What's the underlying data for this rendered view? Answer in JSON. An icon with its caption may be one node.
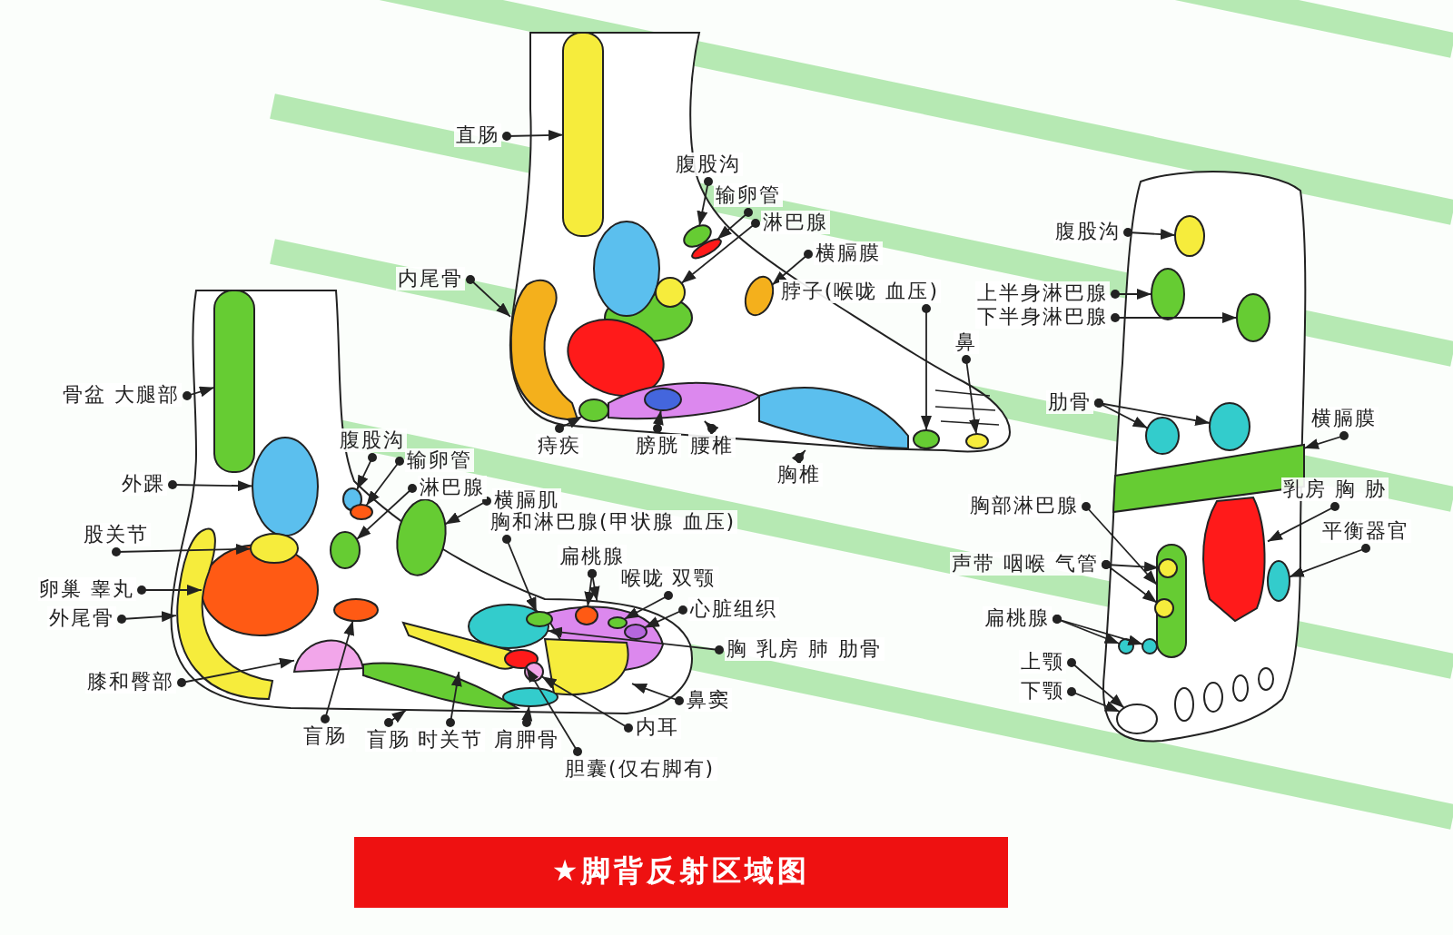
{
  "diagram": {
    "title": "★脚背反射区域图",
    "nodes": [
      {
        "text": [
          "直肠"
        ]
      },
      {
        "text": [
          "腹股沟"
        ]
      },
      {
        "text": [
          "输卵管"
        ]
      },
      {
        "text": [
          "淋巴腺"
        ]
      },
      {
        "text": [
          "横膈膜"
        ]
      },
      {
        "text": [
          "内尾骨"
        ]
      },
      {
        "text": [
          "脖子(喉咙 血压)"
        ]
      },
      {
        "text": [
          "鼻"
        ]
      },
      {
        "text": [
          "痔疾"
        ]
      },
      {
        "text": [
          "膀胱"
        ]
      },
      {
        "text": [
          "腰椎"
        ]
      },
      {
        "text": [
          "胸椎"
        ]
      },
      {
        "text": [
          "腹股沟"
        ]
      },
      {
        "text": [
          "上半身淋巴腺"
        ]
      },
      {
        "text": [
          "下半身淋巴腺"
        ]
      },
      {
        "text": [
          "肋骨"
        ]
      },
      {
        "text": [
          "横膈膜"
        ]
      },
      {
        "text": [
          "乳房 胸 胁"
        ]
      },
      {
        "text": [
          "平衡器官"
        ]
      },
      {
        "text": [
          "胸部淋巴腺"
        ]
      },
      {
        "text": [
          "声带 咽喉 气管"
        ]
      },
      {
        "text": [
          "扁桃腺"
        ]
      },
      {
        "text": [
          "上颚"
        ]
      },
      {
        "text": [
          "下颚"
        ]
      },
      {
        "text": [
          "骨盆 大腿部"
        ]
      },
      {
        "text": [
          "腹股沟"
        ]
      },
      {
        "text": [
          "外踝"
        ]
      },
      {
        "text": [
          "输卵管"
        ]
      },
      {
        "text": [
          "淋巴腺"
        ]
      },
      {
        "text": [
          "横膈肌"
        ]
      },
      {
        "text": [
          "胸和淋巴腺(甲状腺 血压)"
        ]
      },
      {
        "text": [
          "股关节"
        ]
      },
      {
        "text": [
          "扁桃腺"
        ]
      },
      {
        "text": [
          "喉咙 双颚"
        ]
      },
      {
        "text": [
          "卵巢 睾丸"
        ]
      },
      {
        "text": [
          "心脏组织"
        ]
      },
      {
        "text": [
          "外尾骨"
        ]
      },
      {
        "text": [
          "胸 乳房 肺 肋骨"
        ]
      },
      {
        "text": [
          "膝和臀部"
        ]
      },
      {
        "text": [
          "鼻窦"
        ]
      },
      {
        "text": [
          "内耳"
        ]
      },
      {
        "text": [
          "盲肠"
        ]
      },
      {
        "text": [
          "盲肠"
        ]
      },
      {
        "text": [
          "时关节"
        ]
      },
      {
        "text": [
          "肩胛骨"
        ]
      },
      {
        "text": [
          "胆囊(仅右脚有)"
        ]
      },
      {
        "text": [],
        "shape": "bar"
      },
      {
        "text": [],
        "shape": "circle"
      },
      {
        "text": [],
        "shape": "circle"
      },
      {
        "text": [],
        "shape": "circle"
      },
      {
        "text": [],
        "shape": "circle"
      },
      {
        "text": [],
        "shape": "blob"
      },
      {
        "text": [],
        "shape": "circle"
      },
      {
        "text": [],
        "shape": "circle"
      },
      {
        "text": [],
        "shape": "circle"
      },
      {
        "text": [],
        "shape": "circle",
        "in": 56
      },
      {
        "text": [],
        "shape": "blob"
      },
      {
        "text": [],
        "shape": "blob"
      },
      {
        "text": [],
        "shape": "circle"
      },
      {
        "text": [],
        "shape": "circle"
      },
      {
        "text": [],
        "shape": "circle"
      },
      {
        "text": [],
        "shape": "circle"
      },
      {
        "text": [],
        "shape": "circle"
      },
      {
        "text": [],
        "shape": "blob"
      },
      {
        "text": [],
        "shape": "blob"
      },
      {
        "text": [],
        "shape": "circle"
      },
      {
        "text": [],
        "shape": "bar"
      },
      {
        "text": [],
        "shape": "circle",
        "in": 66
      },
      {
        "text": [],
        "shape": "circle",
        "in": 66
      },
      {
        "text": [],
        "shape": "circle"
      },
      {
        "text": [],
        "shape": "circle"
      },
      {
        "text": [],
        "shape": "bar"
      },
      {
        "text": [],
        "shape": "circle"
      },
      {
        "text": [],
        "shape": "circle"
      },
      {
        "text": [],
        "shape": "circle"
      },
      {
        "text": [],
        "shape": "circle"
      },
      {
        "text": [],
        "shape": "circle"
      },
      {
        "text": [],
        "shape": "circle"
      },
      {
        "text": [],
        "shape": "circle"
      },
      {
        "text": [],
        "shape": "circle",
        "in": 80
      },
      {
        "text": [],
        "shape": "blob"
      },
      {
        "text": [],
        "shape": "circle",
        "in": 80
      },
      {
        "text": [],
        "shape": "circle"
      },
      {
        "text": [],
        "shape": "circle",
        "in": 80
      },
      {
        "text": [],
        "shape": "blob"
      },
      {
        "text": [],
        "shape": "circle"
      },
      {
        "text": [],
        "shape": "blob"
      },
      {
        "text": [],
        "shape": "blob"
      },
      {
        "text": [],
        "shape": "circle"
      },
      {
        "text": [],
        "shape": "circle"
      },
      {
        "text": [],
        "shape": "blob"
      },
      {
        "text": [],
        "shape": "blob"
      },
      {
        "text": [],
        "shape": "circle"
      },
      {
        "text": [],
        "shape": "circle"
      },
      {
        "text": [],
        "shape": "circle"
      }
    ],
    "edges": [
      {
        "from": 0,
        "to": 46,
        "arrow": "to"
      },
      {
        "from": 1,
        "to": 47,
        "arrow": "to"
      },
      {
        "from": 2,
        "to": 48,
        "arrow": "to"
      },
      {
        "from": 3,
        "to": 49,
        "arrow": "to"
      },
      {
        "from": 4,
        "to": 50,
        "arrow": "to"
      },
      {
        "from": 5,
        "to": 51,
        "arrow": "to"
      },
      {
        "from": 6,
        "to": 52,
        "arrow": "to"
      },
      {
        "from": 7,
        "to": 53,
        "arrow": "to"
      },
      {
        "from": 8,
        "to": 54,
        "arrow": "to"
      },
      {
        "from": 9,
        "to": 55,
        "arrow": "to"
      },
      {
        "from": 10,
        "to": 56,
        "arrow": "to"
      },
      {
        "from": 11,
        "to": 57,
        "arrow": "to"
      },
      {
        "from": 12,
        "to": 58,
        "arrow": "to"
      },
      {
        "from": 13,
        "to": 59,
        "arrow": "to"
      },
      {
        "from": 14,
        "to": 60,
        "arrow": "to"
      },
      {
        "from": 15,
        "to": 61,
        "arrow": "to"
      },
      {
        "from": 15,
        "to": 62,
        "arrow": "to"
      },
      {
        "from": 16,
        "to": 63,
        "arrow": "to"
      },
      {
        "from": 17,
        "to": 64,
        "arrow": "to"
      },
      {
        "from": 18,
        "to": 65,
        "arrow": "to"
      },
      {
        "from": 19,
        "to": 66,
        "arrow": "to"
      },
      {
        "from": 20,
        "to": 67,
        "arrow": "to"
      },
      {
        "from": 20,
        "to": 68,
        "arrow": "to"
      },
      {
        "from": 21,
        "to": 69,
        "arrow": "to"
      },
      {
        "from": 21,
        "to": 70,
        "arrow": "to"
      },
      {
        "from": 22,
        "to": 94,
        "arrow": "to"
      },
      {
        "from": 23,
        "to": 94,
        "arrow": "to"
      },
      {
        "from": 24,
        "to": 71,
        "arrow": "to"
      },
      {
        "from": 25,
        "to": 72,
        "arrow": "to"
      },
      {
        "from": 26,
        "to": 73,
        "arrow": "to"
      },
      {
        "from": 27,
        "to": 74,
        "arrow": "to"
      },
      {
        "from": 28,
        "to": 75,
        "arrow": "to"
      },
      {
        "from": 29,
        "to": 76,
        "arrow": "to"
      },
      {
        "from": 30,
        "to": 77,
        "arrow": "to"
      },
      {
        "from": 31,
        "to": 78,
        "arrow": "to"
      },
      {
        "from": 32,
        "to": 79,
        "arrow": "to"
      },
      {
        "from": 32,
        "to": 80,
        "arrow": "to"
      },
      {
        "from": 33,
        "to": 81,
        "arrow": "to"
      },
      {
        "from": 34,
        "to": 82,
        "arrow": "to"
      },
      {
        "from": 35,
        "to": 83,
        "arrow": "to"
      },
      {
        "from": 36,
        "to": 84,
        "arrow": "to"
      },
      {
        "from": 37,
        "to": 85,
        "arrow": "to"
      },
      {
        "from": 38,
        "to": 86,
        "arrow": "to"
      },
      {
        "from": 39,
        "to": 87,
        "arrow": "to"
      },
      {
        "from": 40,
        "to": 88,
        "arrow": "to"
      },
      {
        "from": 41,
        "to": 89,
        "arrow": "to"
      },
      {
        "from": 42,
        "to": 90,
        "arrow": "to"
      },
      {
        "from": 43,
        "to": 91,
        "arrow": "to"
      },
      {
        "from": 44,
        "to": 92,
        "arrow": "to"
      },
      {
        "from": 45,
        "to": 93,
        "arrow": "to"
      }
    ]
  }
}
